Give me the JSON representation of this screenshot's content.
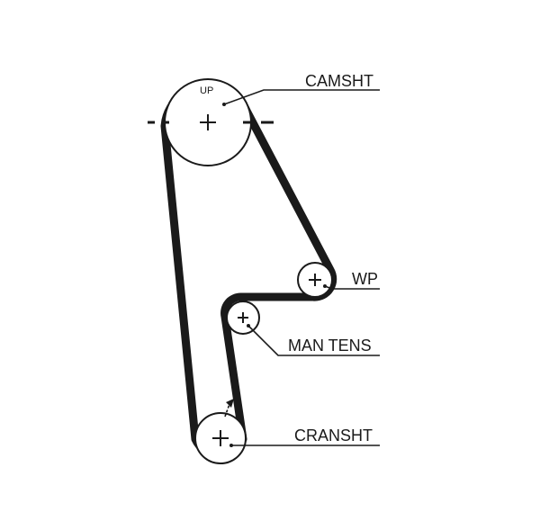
{
  "labels": {
    "camshaft": "CAMSHT",
    "up_mark": "UP",
    "water_pump": "WP",
    "tensioner": "MAN TENS",
    "crankshaft": "CRANSHT"
  },
  "colors": {
    "belt": "#1a1a1a",
    "background": "#ffffff"
  },
  "icons": {
    "center_mark": "plus-cross-icon",
    "timing_mark": "triangle-arrow-icon"
  }
}
